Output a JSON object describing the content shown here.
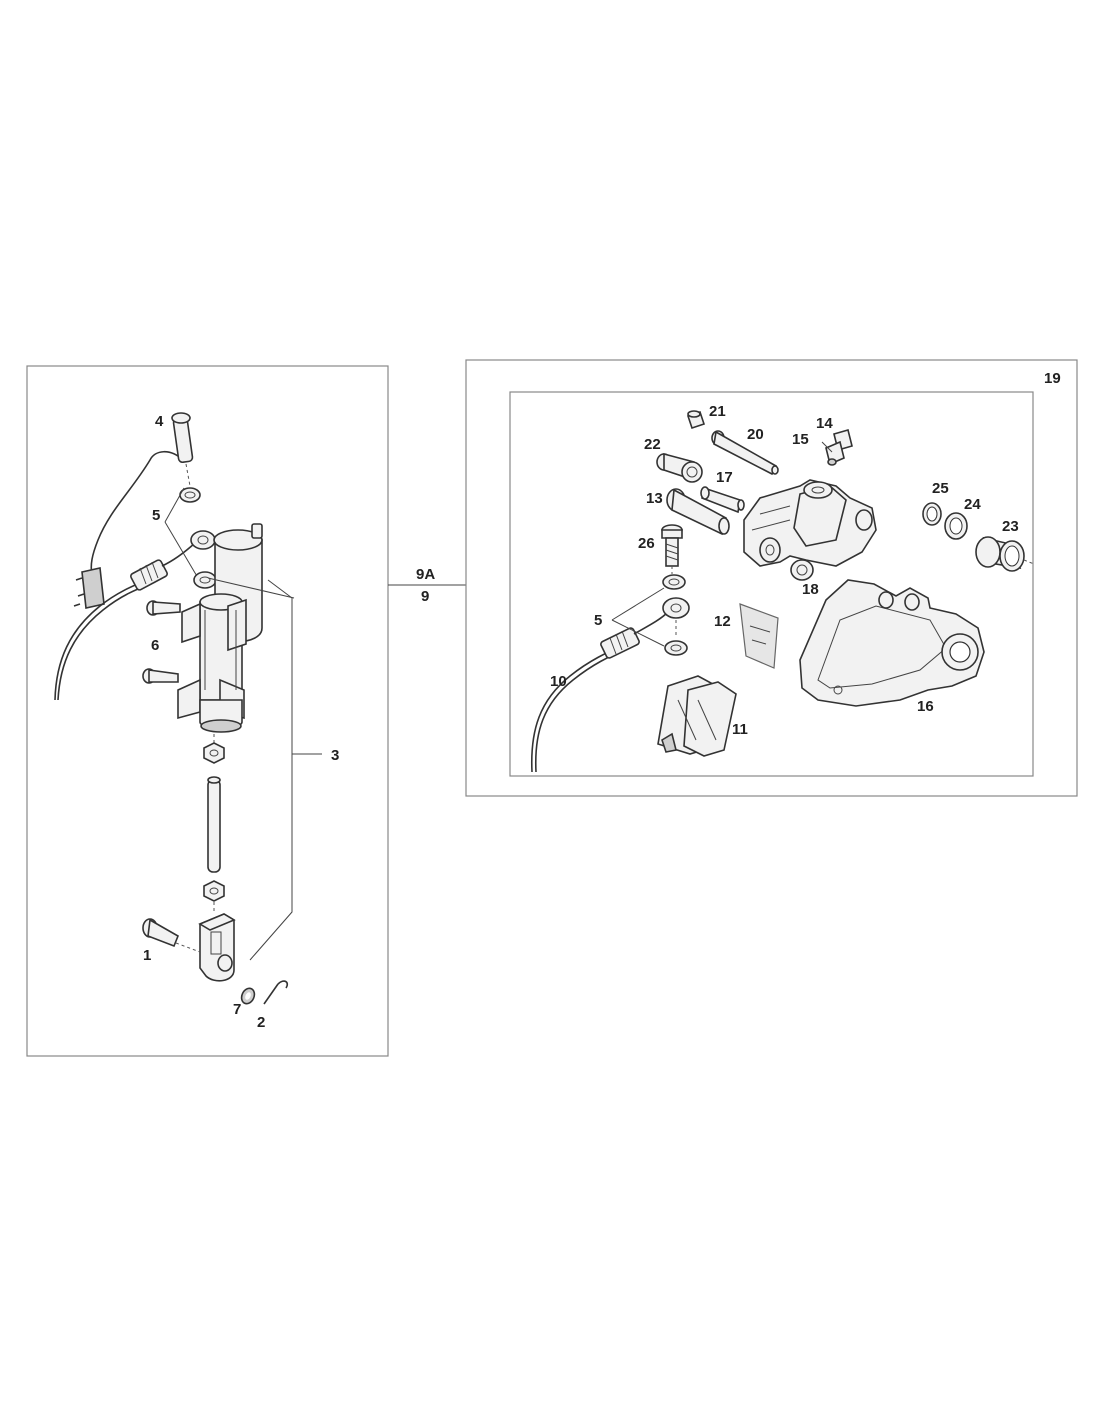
{
  "labels": {
    "p1": "1",
    "p2": "2",
    "p3": "3",
    "p4": "4",
    "p5a": "5",
    "p6": "6",
    "p7": "7",
    "p9a": "9A",
    "p9": "9",
    "p10": "10",
    "p11": "11",
    "p12": "12",
    "p13": "13",
    "p14": "14",
    "p15": "15",
    "p16": "16",
    "p17": "17",
    "p18": "18",
    "p19": "19",
    "p20": "20",
    "p21": "21",
    "p22": "22",
    "p23": "23",
    "p24": "24",
    "p25": "25",
    "p26": "26",
    "p5b": "5"
  }
}
